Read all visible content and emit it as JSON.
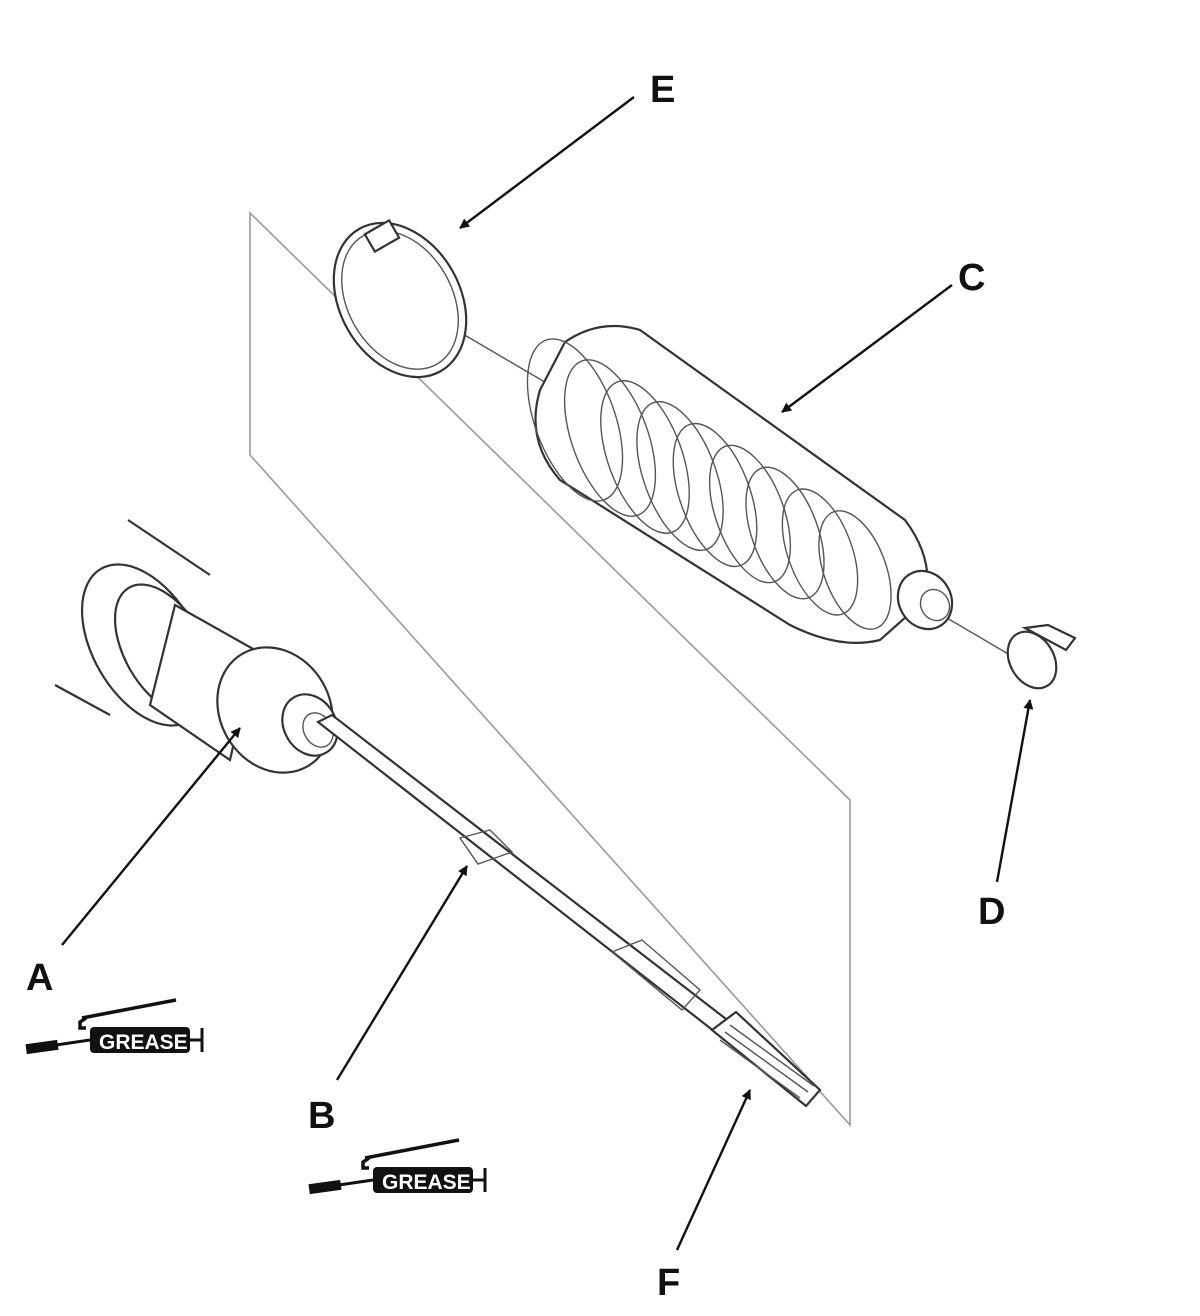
{
  "callouts": {
    "a": "A",
    "b": "B",
    "c": "C",
    "d": "D",
    "e": "E",
    "f": "F"
  },
  "grease_labels": {
    "a": "GREASE",
    "b": "GREASE"
  },
  "icons": {
    "grease_gun": "grease-gun-icon"
  },
  "colors": {
    "line": "#333333",
    "label": "#111111",
    "grease_fill": "#111111"
  }
}
